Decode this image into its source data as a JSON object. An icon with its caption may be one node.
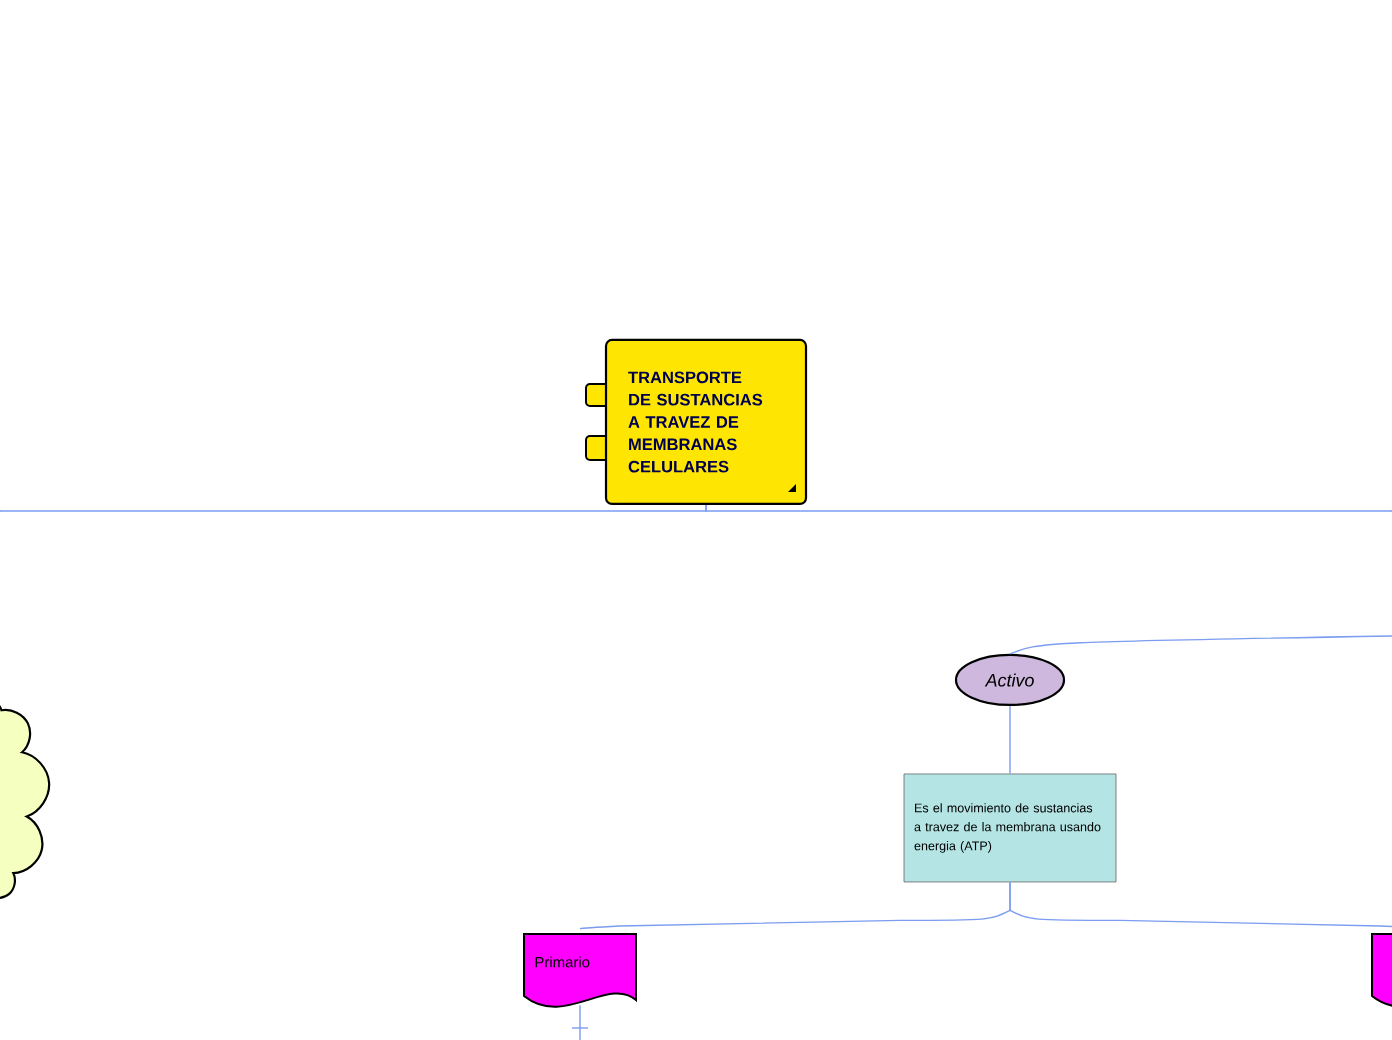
{
  "diagram": {
    "nodes": [
      {
        "text": [
          "TRANSPORTE DE SUSTANCIAS A TRAVEZ DE MEMBRANAS CELULARES"
        ]
      },
      {
        "text": [],
        "shape": "cloud"
      },
      {
        "text": [
          "Activo"
        ]
      },
      {
        "text": [
          "Es el movimiento de sustancias  a travez de la membrana usando energia (ATP)"
        ]
      },
      {
        "text": [
          "Primario"
        ]
      },
      {
        "text": [],
        "shape": "box"
      }
    ],
    "edges": [
      {
        "from": 0,
        "to": null,
        "arrow": "none"
      },
      {
        "from": 0,
        "to": null,
        "arrow": "none"
      },
      {
        "from": null,
        "to": 2,
        "arrow": "none"
      },
      {
        "from": 2,
        "to": 3,
        "arrow": "none"
      },
      {
        "from": 3,
        "to": 4,
        "arrow": "none"
      },
      {
        "from": 3,
        "to": 5,
        "arrow": "none"
      },
      {
        "from": 4,
        "to": null,
        "arrow": "none"
      }
    ]
  }
}
